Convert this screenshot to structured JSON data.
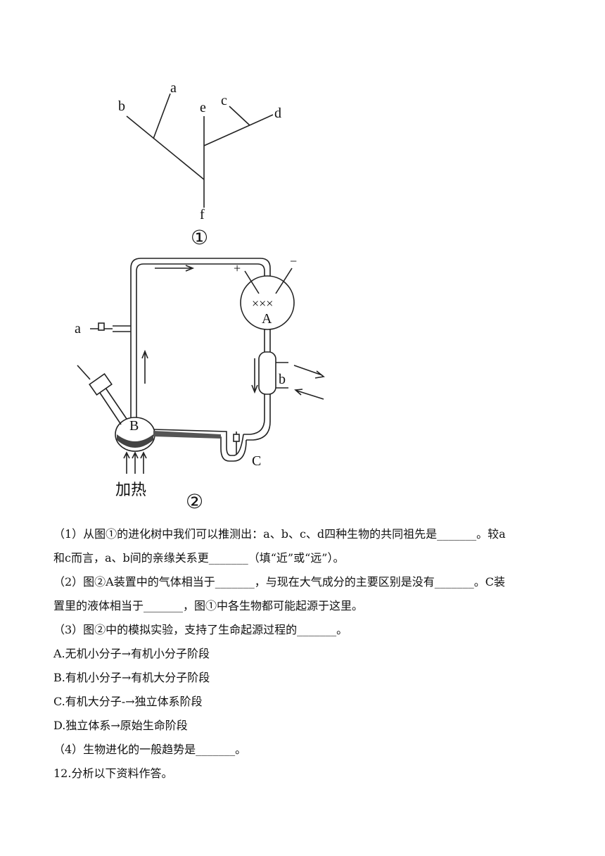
{
  "figure1": {
    "labels": {
      "a": "a",
      "b": "b",
      "c": "c",
      "d": "d",
      "e": "e",
      "f": "f"
    },
    "caption": "①"
  },
  "figure2": {
    "labels": {
      "plus": "+",
      "minus": "−",
      "sparks": "×××",
      "A": "A",
      "a": "a",
      "b": "b",
      "B": "B",
      "C": "C"
    },
    "heat_label": "加热",
    "caption": "②"
  },
  "questions": [
    {
      "text": "（1）从图①的进化树中我们可以推测出：a、b、c、d四种生物的共同祖先是_______。较a"
    },
    {
      "text": "和c而言，a、b间的亲缘关系更_______（填“近”或“远”）。"
    },
    {
      "text": "（2）图②A装置中的气体相当于_______，与现在大气成分的主要区别是没有_______。C装"
    },
    {
      "text": "置里的液体相当于_______，图①中各生物都可能起源于这里。"
    },
    {
      "text": "（3）图②中的模拟实验，支持了生命起源过程的_______。"
    },
    {
      "text": "A.无机小分子→有机小分子阶段"
    },
    {
      "text": "B.有机小分子→有机大分子阶段"
    },
    {
      "text": "C.有机大分子-→独立体系阶段"
    },
    {
      "text": "D.独立体系→原始生命阶段"
    },
    {
      "text": "（4）生物进化的一般趋势是_______。"
    },
    {
      "text": "12.分析以下资料作答。"
    }
  ]
}
